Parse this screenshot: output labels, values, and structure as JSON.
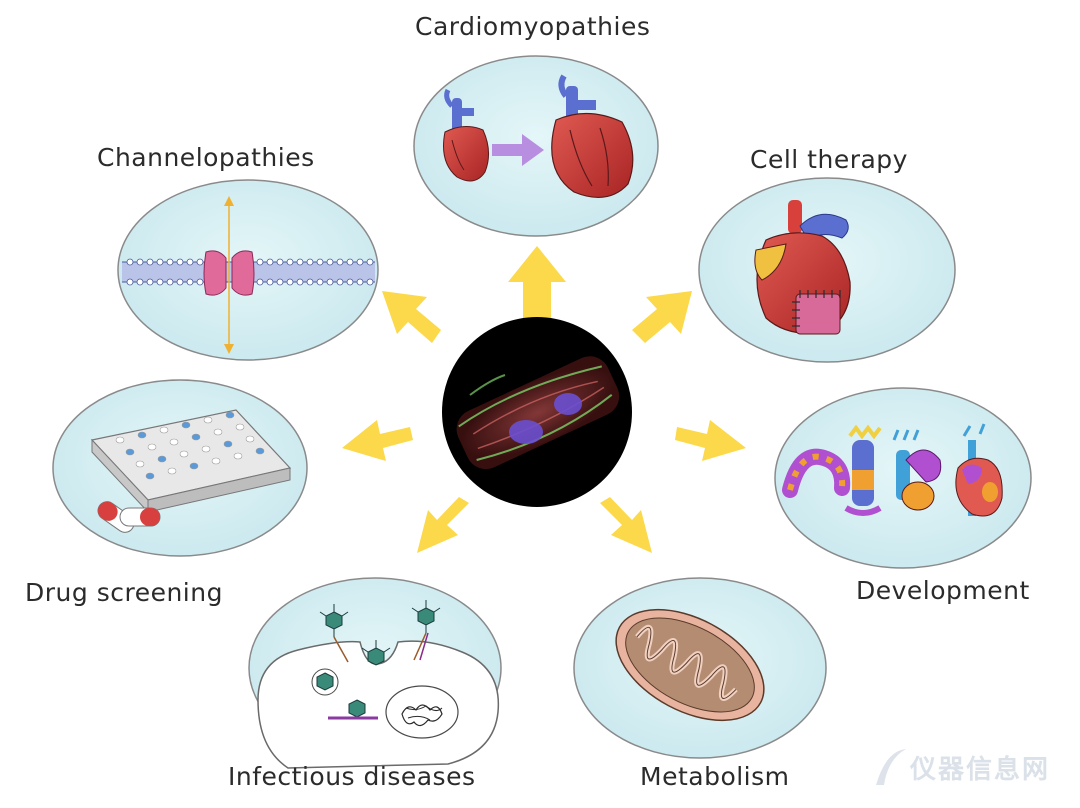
{
  "labels": {
    "cardiomyopathies": "Cardiomyopathies",
    "channelopathies": "Channelopathies",
    "cell_therapy": "Cell therapy",
    "drug_screening": "Drug screening",
    "development": "Development",
    "infectious_diseases": "Infectious diseases",
    "metabolism": "Metabolism"
  },
  "watermark": {
    "text": "仪器信息网"
  },
  "colors": {
    "bubble_fill": "#d5eff3",
    "bubble_stroke": "#8a8a8a",
    "arrow": "#fbd94a",
    "heart_red": "#c8393a",
    "vessel_blue": "#5a6fd0",
    "center_bg": "#000000"
  }
}
